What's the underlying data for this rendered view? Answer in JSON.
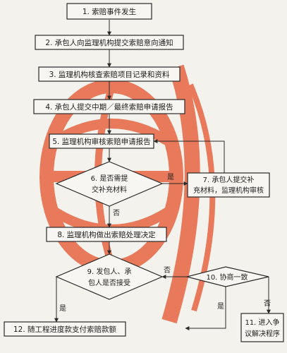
{
  "flowchart": {
    "steps": {
      "s1": "1. 索赔事件发生",
      "s2": "2. 承包人向监理机构提交索赔意向通知",
      "s3": "3. 监理机构核查索赔项目记录和资料",
      "s4": "4. 承包人提交中期／最终索赔申请报告",
      "s5": "5. 监理机构审核索赔申请报告",
      "s6_line1": "6. 是否需提",
      "s6_line2": "交补充材料",
      "s7_line1": "7. 承包人提交补",
      "s7_line2": "充材料，监理机构审核",
      "s8": "8. 监理机构做出索赔处理决定",
      "s9_line1": "9. 发包人、承",
      "s9_line2": "包人是否接受",
      "s10": "10. 协商一致",
      "s11_line1": "11. 进入争",
      "s11_line2": "议解决程序",
      "s12": "12. 随工程进度款支付索赔款额"
    },
    "edge_labels": {
      "yes_6_7": "是",
      "no_6_8": "否",
      "no_9_10": "否",
      "yes_9_12": "是",
      "yes_10_12": "是",
      "no_10_11": "否"
    }
  },
  "colors": {
    "watermark": "#e8704f",
    "stroke": "#2a2a2a",
    "box_fill": "#f7f6f2"
  }
}
